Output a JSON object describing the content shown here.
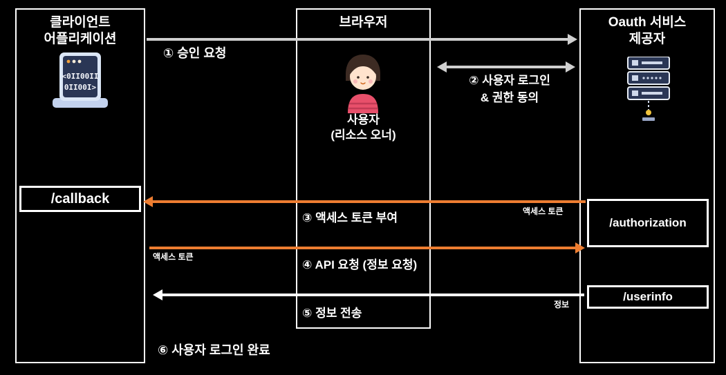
{
  "colors": {
    "background": "#000000",
    "box_border": "#ffffff",
    "text": "#ffffff",
    "arrow_gray": "#cfcfcf",
    "arrow_orange": "#ed7d31",
    "arrow_white": "#ffffff"
  },
  "client": {
    "title": "클라이언트\n어플리케이션",
    "icon": "code-window-icon",
    "icon_code_line1": "<0II00II",
    "icon_code_line2": "0II00I>",
    "endpoint": "/callback"
  },
  "browser": {
    "title": "브라우저",
    "icon": "user-icon",
    "user_label": "사용자\n(리소스 오너)"
  },
  "oauth": {
    "title": "Oauth 서비스\n제공자",
    "icon": "server-icon",
    "endpoints": {
      "authorization": "/authorization",
      "userinfo": "/userinfo"
    }
  },
  "flow": {
    "step1": {
      "label": "① 승인 요청"
    },
    "step2": {
      "label": "② 사용자 로그인\n& 권한 동의"
    },
    "step3": {
      "label": "③ 액세스 토큰 부여",
      "tag": "액세스 토큰"
    },
    "step4": {
      "label": "④ API 요청 (정보 요청)",
      "tag": "액세스 토큰"
    },
    "step5": {
      "label": "⑤ 정보 전송",
      "tag": "정보"
    },
    "step6": {
      "label": "⑥ 사용자 로그인 완료"
    }
  }
}
